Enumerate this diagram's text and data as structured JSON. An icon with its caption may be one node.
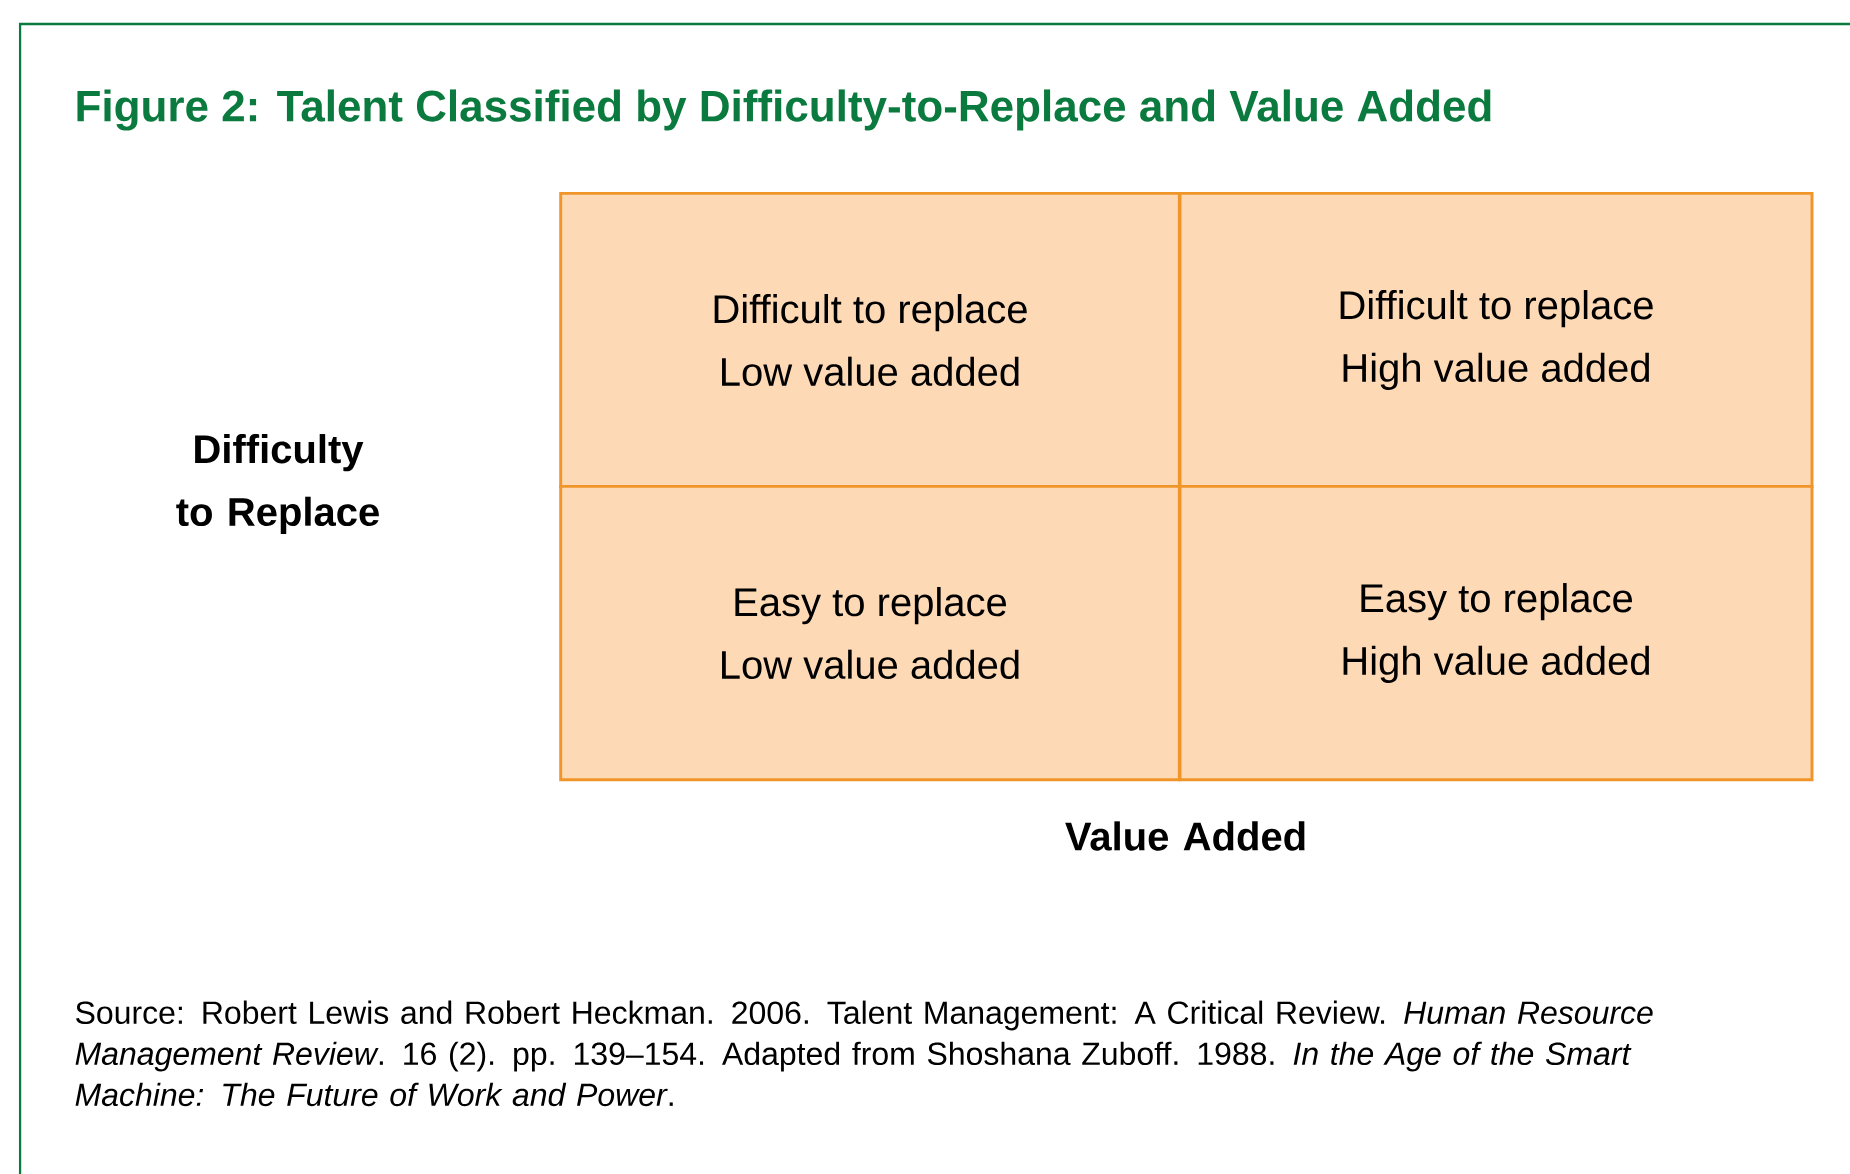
{
  "diagram": {
    "title": "Figure 2:  Talent Classified by Difficulty-to-Replace and Value Added",
    "caption": "Source: Robert Lewis and Robert Heckman. 2006. Talent Management: A Critical Review. *Human Resource Management Review*. 16 (2). pp. 139–154. Adapted from Shoshana Zuboff. 1988. *In the Age of the Smart Machine: The Future of Work and Power*.",
    "nodes": [
      {
        "text": [
          "Difficult to replace",
          "Low value added"
        ]
      },
      {
        "text": [
          "Difficult to replace",
          "High value added"
        ]
      },
      {
        "text": [
          "Easy to replace",
          "Low value added"
        ]
      },
      {
        "text": [
          "Easy to replace",
          "High value added"
        ]
      }
    ],
    "labels": [
      "Difficulty to Replace",
      "Value Added"
    ]
  }
}
